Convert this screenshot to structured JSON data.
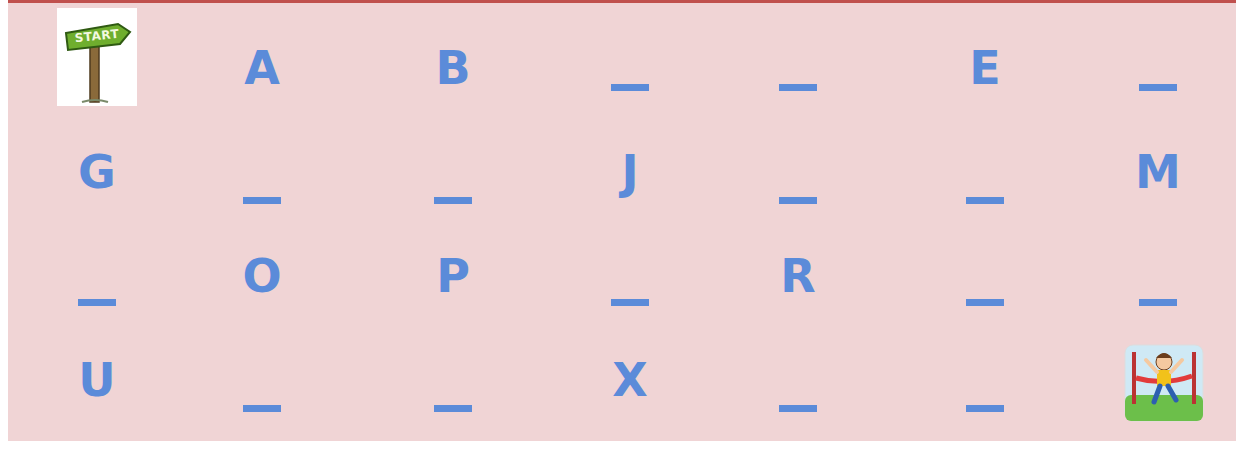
{
  "diagram": {
    "labels": [
      "START",
      "A",
      "B",
      "_",
      "_",
      "E",
      "_",
      "G",
      "_",
      "_",
      "J",
      "_",
      "_",
      "M",
      "_",
      "O",
      "P",
      "_",
      "R",
      "_",
      "_",
      "U",
      "_",
      "_",
      "X",
      "_",
      "_"
    ]
  }
}
